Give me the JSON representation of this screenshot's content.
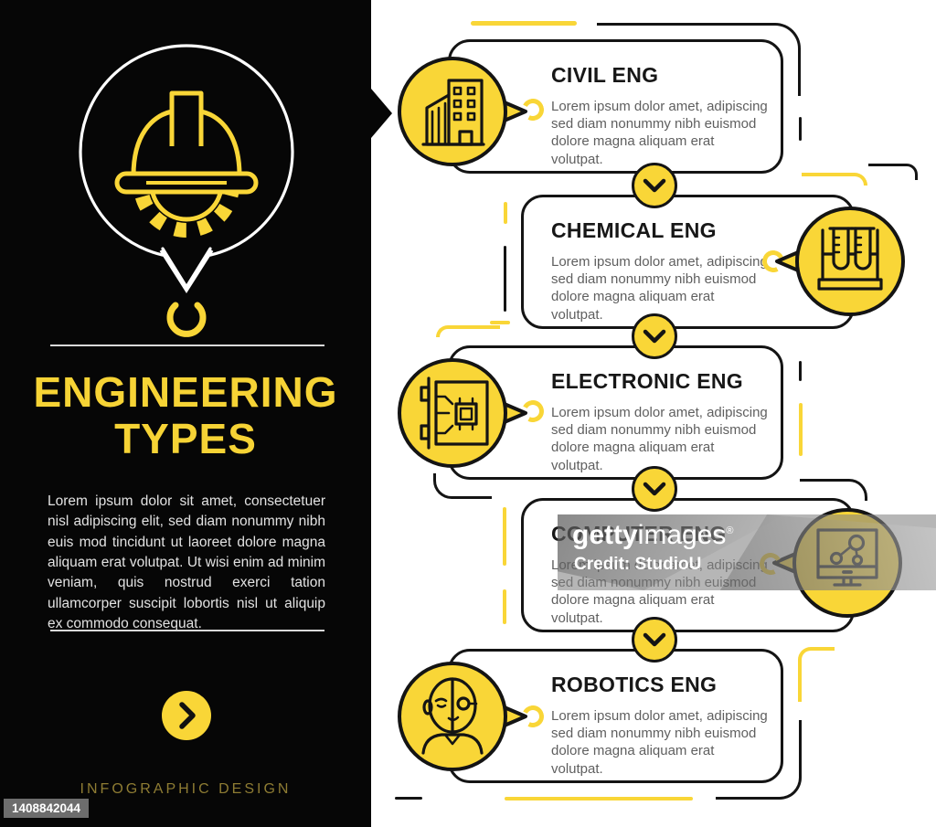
{
  "left_panel": {
    "title_line1": "ENGINEERING",
    "title_line2": "TYPES",
    "description": "Lorem ipsum dolor sit amet, consectetuer nisl adipiscing elit, sed diam nonummy nibh euis mod tincidunt ut laoreet dolore magna aliquam erat volutpat. Ut wisi enim ad minim veniam, quis nostrud exerci tation ullamcorper suscipit lobortis nisl ut aliquip ex commodo consequat.",
    "footer": "INFOGRAPHIC DESIGN",
    "main_icon": "hard-hat-gear-icon",
    "bubble": "speech-bubble-outline"
  },
  "cards": [
    {
      "title": "CIVIL ENG",
      "description": "Lorem ipsum dolor amet, adipiscing sed diam nonummy nibh euismod dolore magna aliquam erat volutpat.",
      "icon": "building-icon",
      "icon_side": "left"
    },
    {
      "title": "CHEMICAL ENG",
      "description": "Lorem ipsum dolor amet, adipiscing sed diam nonummy nibh euismod dolore magna aliquam erat volutpat.",
      "icon": "test-tubes-icon",
      "icon_side": "right"
    },
    {
      "title": "ELECTRONIC ENG",
      "description": "Lorem ipsum dolor amet, adipiscing sed diam nonummy nibh euismod dolore magna aliquam erat volutpat.",
      "icon": "circuit-board-icon",
      "icon_side": "left"
    },
    {
      "title": "COMPUTER ENG",
      "description": "Lorem ipsum dolor amet, adipiscing sed diam nonummy nibh euismod dolore magna aliquam erat volutpat.",
      "icon": "computer-network-icon",
      "icon_side": "right"
    },
    {
      "title": "ROBOTICS ENG",
      "description": "Lorem ipsum dolor amet, adipiscing sed diam nonummy nibh euismod dolore magna aliquam erat volutpat.",
      "icon": "robot-face-icon",
      "icon_side": "left"
    }
  ],
  "watermark": {
    "brand_bold": "getty",
    "brand_light": "images",
    "registered": "®",
    "credit": "Credit: StudioU",
    "image_id": "1408842044"
  },
  "colors": {
    "accent_yellow": "#F9D637",
    "panel_black": "#060606",
    "footer_olive": "#8E7C33",
    "card_border": "#141414",
    "body_gray": "#5f5f5f"
  }
}
